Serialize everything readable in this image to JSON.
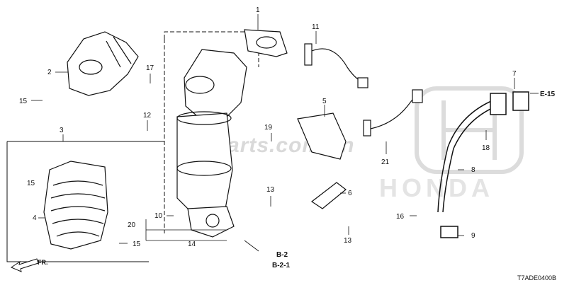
{
  "diagram": {
    "callouts": [
      "1",
      "2",
      "3",
      "4",
      "5",
      "6",
      "7",
      "8",
      "9",
      "10",
      "11",
      "12",
      "13",
      "13",
      "14",
      "15",
      "15",
      "15",
      "16",
      "17",
      "18",
      "19",
      "20",
      "21"
    ],
    "refs": {
      "b2": "B-2",
      "b21": "B-2-1",
      "e15": "E-15"
    },
    "watermark": "S-Parts.com.vn",
    "logo_text": "HONDA",
    "diagram_code": "T7ADE0400B",
    "front_label": "FR."
  }
}
